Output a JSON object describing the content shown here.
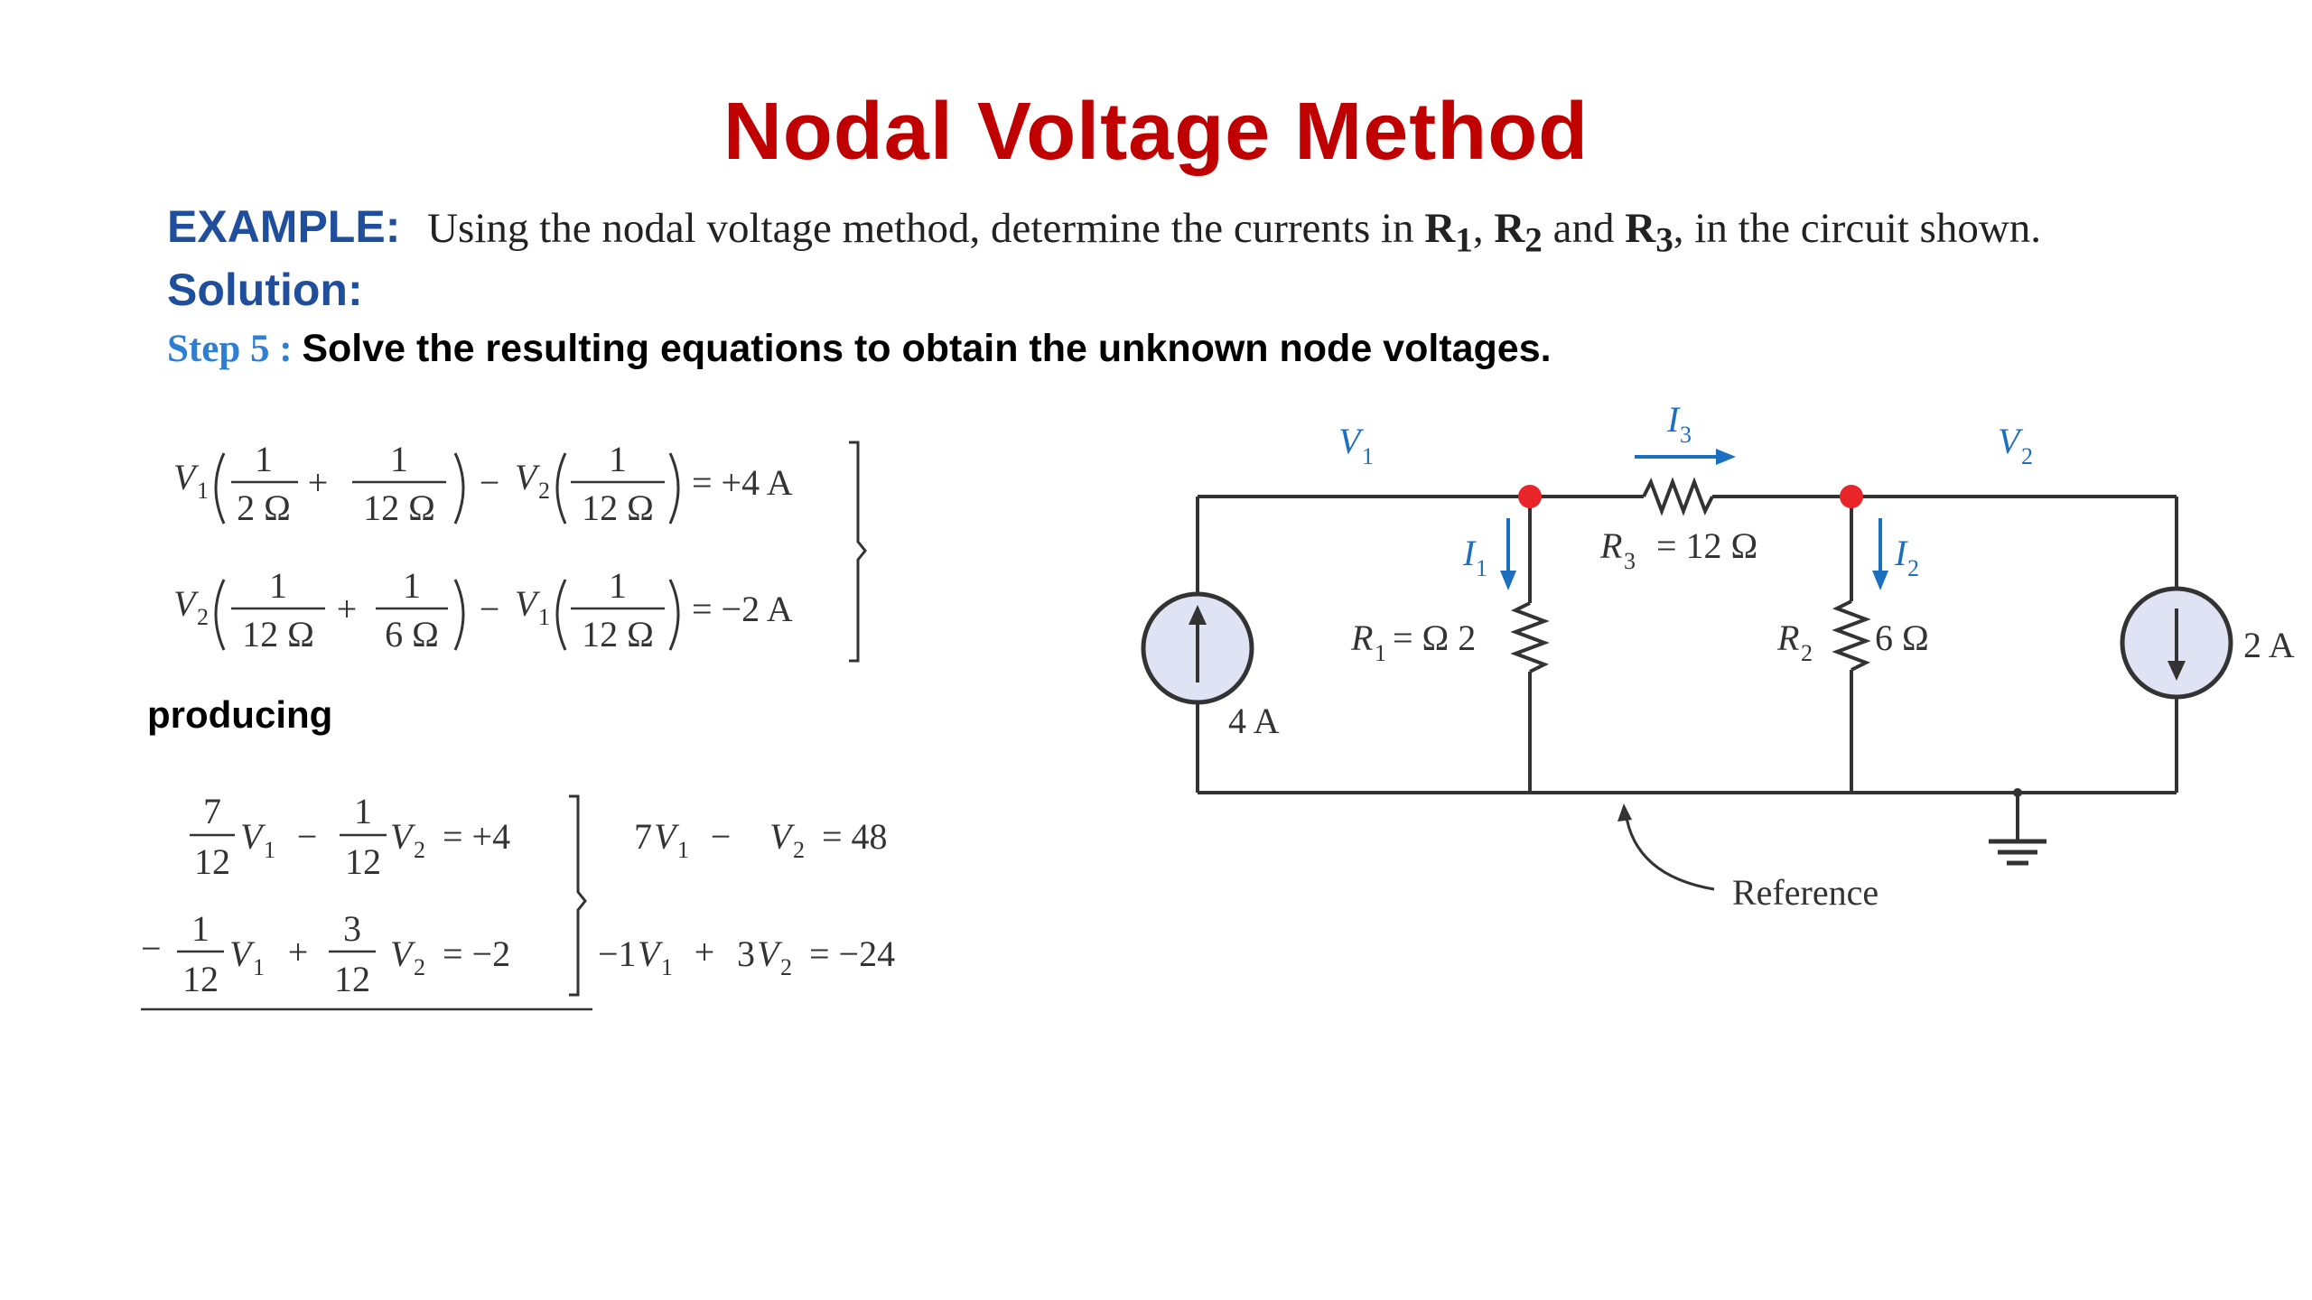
{
  "title": "Nodal Voltage Method",
  "example": {
    "label": "EXAMPLE:",
    "text_before": "Using the nodal voltage method, determine the currents in ",
    "r1": "R",
    "r1_sub": "1",
    "sep1": ", ",
    "r2": "R",
    "r2_sub": "2",
    "and": " and ",
    "r3": "R",
    "r3_sub": "3",
    "text_after": ", in the circuit shown."
  },
  "solution_label": "Solution:",
  "step": {
    "label": "Step 5 :",
    "text": "Solve the resulting equations to obtain the unknown node voltages."
  },
  "equations_set1": {
    "eq1": {
      "var_a": "V",
      "sub_a": "1",
      "f1_num": "1",
      "f1_den": "2 Ω",
      "plus": "+",
      "f2_num": "1",
      "f2_den": "12 Ω",
      "minus": "−",
      "var_b": "V",
      "sub_b": "2",
      "f3_num": "1",
      "f3_den": "12 Ω",
      "rhs": "= +4 A"
    },
    "eq2": {
      "var_a": "V",
      "sub_a": "2",
      "f1_num": "1",
      "f1_den": "12 Ω",
      "plus": "+",
      "f2_num": "1",
      "f2_den": "6 Ω",
      "minus": "−",
      "var_b": "V",
      "sub_b": "1",
      "f3_num": "1",
      "f3_den": "12 Ω",
      "rhs": "= −2 A"
    }
  },
  "producing_label": "producing",
  "equations_set2": {
    "eq1": {
      "c1_num": "7",
      "c1_den": "12",
      "v1": "V",
      "v1_sub": "1",
      "op": "−",
      "c2_num": "1",
      "c2_den": "12",
      "v2": "V",
      "v2_sub": "2",
      "rhs": "= +4"
    },
    "eq2": {
      "lead": "−",
      "c1_num": "1",
      "c1_den": "12",
      "v1": "V",
      "v1_sub": "1",
      "op": "+",
      "c2_num": "3",
      "c2_den": "12",
      "v2": "V",
      "v2_sub": "2",
      "rhs": "= −2"
    },
    "simplified1": {
      "a": "7",
      "v1": "V",
      "v1_sub": "1",
      "op": "−",
      "v2": "V",
      "v2_sub": "2",
      "rhs": "= 48"
    },
    "simplified2": {
      "a": "−1",
      "v1": "V",
      "v1_sub": "1",
      "op": "+",
      "b": "3",
      "v2": "V",
      "v2_sub": "2",
      "rhs": "= −24"
    }
  },
  "circuit": {
    "node_v1": {
      "v": "V",
      "sub": "1"
    },
    "node_v2": {
      "v": "V",
      "sub": "2"
    },
    "i3": {
      "v": "I",
      "sub": "3"
    },
    "i1": {
      "v": "I",
      "sub": "1"
    },
    "i2": {
      "v": "I",
      "sub": "2"
    },
    "r3_label": {
      "v": "R",
      "sub": "3",
      "val": "=  12 Ω"
    },
    "r1_label": {
      "v": "R",
      "sub": "1",
      "val": "= Ω 2"
    },
    "r2_label": {
      "v": "R",
      "sub": "2"
    },
    "r2_value": "6 Ω",
    "source_left": "4 A",
    "source_right": "2 A",
    "reference": "Reference",
    "colors": {
      "wire": "#333333",
      "node": "#e8262a",
      "blue": "#1c6fbf",
      "source_fill": "#dfe3f3"
    }
  }
}
